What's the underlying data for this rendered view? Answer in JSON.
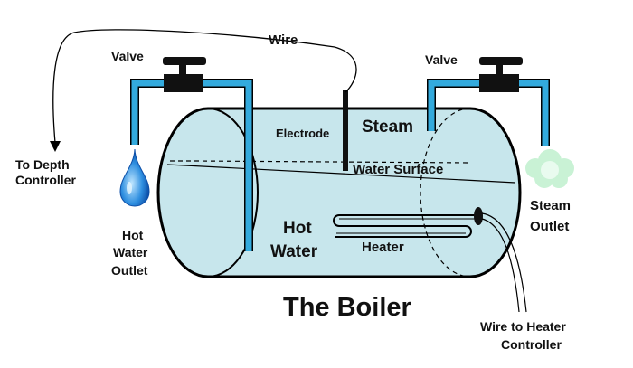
{
  "title": "The Boiler",
  "labels": {
    "wire": "Wire",
    "valve_left": "Valve",
    "valve_right": "Valve",
    "to_depth_line1": "To Depth",
    "to_depth_line2": "Controller",
    "electrode": "Electrode",
    "steam": "Steam",
    "water_surface": "Water Surface",
    "hot_water_line1": "Hot",
    "hot_water_line2": "Water",
    "heater": "Heater",
    "hot_water_outlet_line1": "Hot",
    "hot_water_outlet_line2": "Water",
    "hot_water_outlet_line3": "Outlet",
    "steam_outlet_line1": "Steam",
    "steam_outlet_line2": "Outlet",
    "wire_to_heater_line1": "Wire to Heater",
    "wire_to_heater_line2": "Controller"
  },
  "colors": {
    "tank_fill": "#c7e6ec",
    "pipe": "#33aadd",
    "valve": "#111111",
    "droplet": "#2277cc",
    "steam_cloud": "#c9f2d5"
  }
}
